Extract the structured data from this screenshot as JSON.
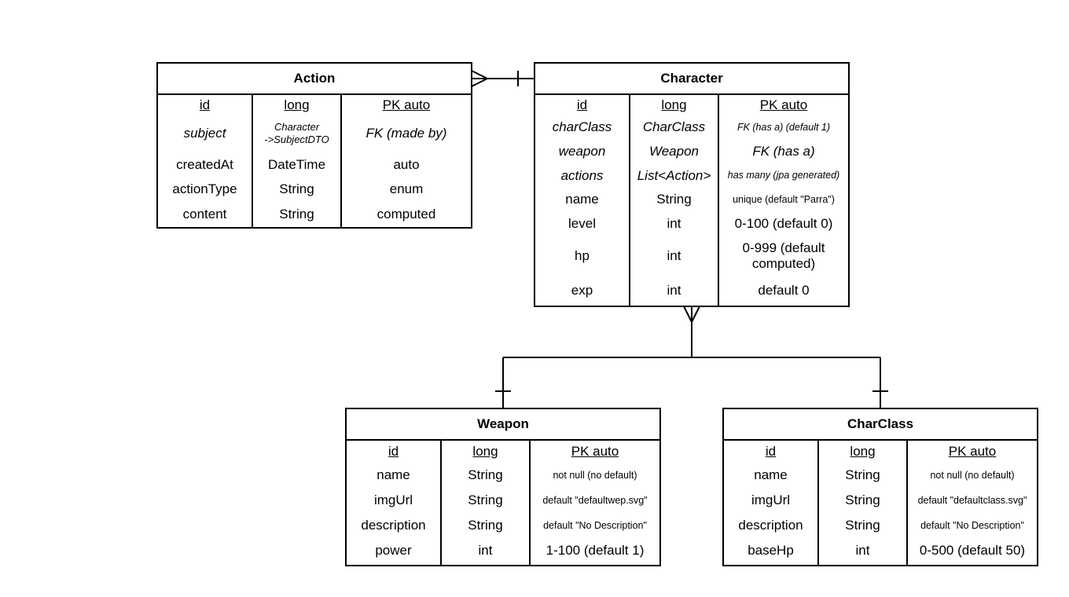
{
  "entities": {
    "action": {
      "title": "Action",
      "rows": [
        {
          "field": "id",
          "type": "long",
          "constraint": "PK auto"
        },
        {
          "field": "subject",
          "type": "Character\n->SubjectDTO",
          "constraint": "FK (made by)"
        },
        {
          "field": "createdAt",
          "type": "DateTime",
          "constraint": "auto"
        },
        {
          "field": "actionType",
          "type": "String",
          "constraint": "enum"
        },
        {
          "field": "content",
          "type": "String",
          "constraint": "computed"
        }
      ]
    },
    "character": {
      "title": "Character",
      "rows": [
        {
          "field": "id",
          "type": "long",
          "constraint": "PK auto"
        },
        {
          "field": "charClass",
          "type": "CharClass",
          "constraint": "FK (has a) (default 1)"
        },
        {
          "field": "weapon",
          "type": "Weapon",
          "constraint": "FK (has a)"
        },
        {
          "field": "actions",
          "type": "List<Action>",
          "constraint": "has many (jpa generated)"
        },
        {
          "field": "name",
          "type": "String",
          "constraint": "unique (default \"Parra\")"
        },
        {
          "field": "level",
          "type": "int",
          "constraint": "0-100 (default 0)"
        },
        {
          "field": "hp",
          "type": "int",
          "constraint": "0-999 (default computed)"
        },
        {
          "field": "exp",
          "type": "int",
          "constraint": "default 0"
        }
      ]
    },
    "weapon": {
      "title": "Weapon",
      "rows": [
        {
          "field": "id",
          "type": "long",
          "constraint": "PK auto"
        },
        {
          "field": "name",
          "type": "String",
          "constraint": "not null (no default)"
        },
        {
          "field": "imgUrl",
          "type": "String",
          "constraint": "default \"defaultwep.svg\""
        },
        {
          "field": "description",
          "type": "String",
          "constraint": "default \"No Description\""
        },
        {
          "field": "power",
          "type": "int",
          "constraint": "1-100 (default 1)"
        }
      ]
    },
    "charclass": {
      "title": "CharClass",
      "rows": [
        {
          "field": "id",
          "type": "long",
          "constraint": "PK auto"
        },
        {
          "field": "name",
          "type": "String",
          "constraint": "not null (no default)"
        },
        {
          "field": "imgUrl",
          "type": "String",
          "constraint": "default \"defaultclass.svg\""
        },
        {
          "field": "description",
          "type": "String",
          "constraint": "default \"No Description\""
        },
        {
          "field": "baseHp",
          "type": "int",
          "constraint": "0-500 (default 50)"
        }
      ]
    }
  },
  "colors": {
    "line": "#000000",
    "background": "#ffffff"
  }
}
